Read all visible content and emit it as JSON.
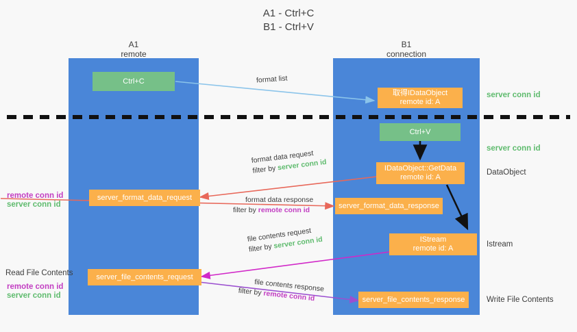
{
  "title": "A1 - Ctrl+C\nB1 - Ctrl+V",
  "columns": {
    "left": {
      "name": "A1",
      "sub": "remote",
      "header": "A1\nremote"
    },
    "right": {
      "name": "B1",
      "sub": "connection",
      "header": "B1\nconnection"
    }
  },
  "colors": {
    "lane": "#4a86d8",
    "green_box": "#76c088",
    "orange_box": "#fbb04b",
    "server_conn": "#5fbb6e",
    "remote_conn": "#c23ec2",
    "arrow_blue": "#8bc4ea",
    "arrow_red": "#e8685a",
    "arrow_magenta": "#d128c8",
    "arrow_purple": "#9b4fd0",
    "arrow_black": "#000000",
    "background": "#f8f8f8"
  },
  "boxes": {
    "ctrl_c": "Ctrl+C",
    "ctrl_v": "Ctrl+V",
    "idataobject": "取得IDataObject\nremote id: A",
    "idataobject_getdata": "IDataObject::GetData\nremote id: A",
    "istream": "IStream\nremote id: A",
    "server_format_data_request": "server_format_data_request",
    "server_format_data_response": "server_format_data_response",
    "server_file_contents_request": "server_file_contents_request",
    "server_file_contents_response": "server_file_contents_response"
  },
  "right_labels": {
    "server_conn_id_1": "server conn id",
    "server_conn_id_2": "server conn id",
    "dataobject": "DataObject",
    "istream": "Istream",
    "write_file_contents": "Write File Contents"
  },
  "left_labels": {
    "remote_conn_id_1": "remote conn id",
    "server_conn_id_1": "server conn id",
    "read_file_contents": "Read File Contents",
    "remote_conn_id_2": "remote conn id",
    "server_conn_id_2": "server conn id"
  },
  "arrow_labels": {
    "format_list": "format list",
    "format_data_request": "format data request",
    "format_data_request_filter_prefix": "filter by ",
    "format_data_request_filter_value": "server conn id",
    "format_data_response": "format data response",
    "format_data_response_filter_prefix": "filter by ",
    "format_data_response_filter_value": "remote conn id",
    "file_contents_request": "file contents request",
    "file_contents_request_filter_prefix": "filter by ",
    "file_contents_request_filter_value": "server conn id",
    "file_contents_response": "file contents response",
    "file_contents_response_filter_prefix": "filter by ",
    "file_contents_response_filter_value": "remote conn id"
  }
}
